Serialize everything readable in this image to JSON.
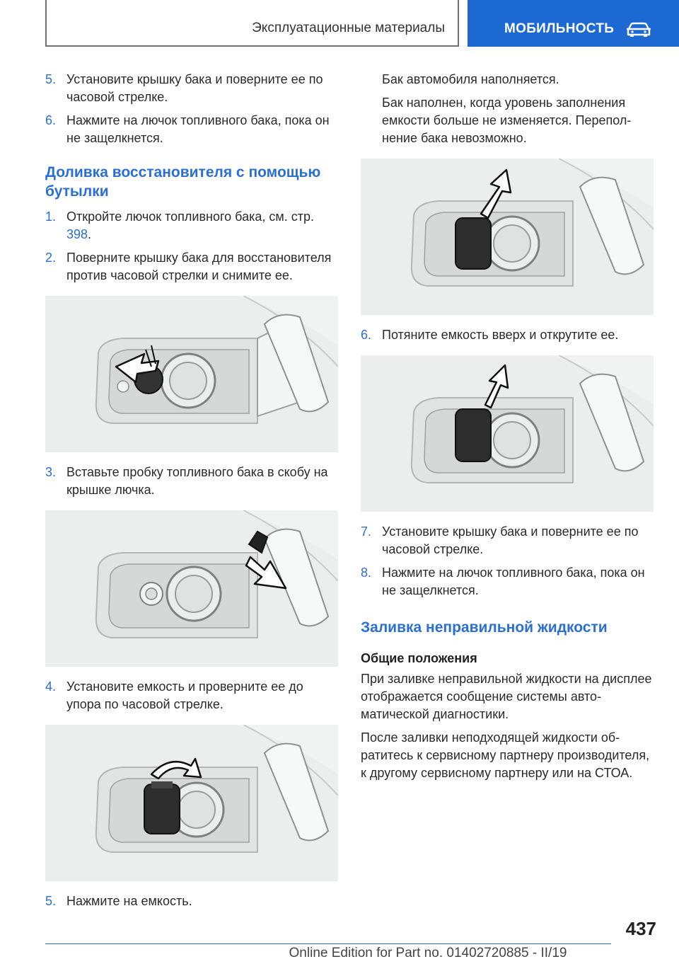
{
  "header": {
    "section": "Эксплуатационные материалы",
    "chapter": "МОБИЛЬНОСТЬ",
    "chapter_icon": "car-icon",
    "accent": "#1c69d4"
  },
  "left": {
    "steps_top": [
      {
        "num": "5.",
        "text": "Установите крышку бака и поверните ее по часовой стрелке."
      },
      {
        "num": "6.",
        "text": "Нажмите на лючок топливного бака, пока он не защелкнется."
      }
    ],
    "heading": "Доливка восстановителя с помощью бутылки",
    "step1": {
      "num": "1.",
      "text": "Откройте лючок топливного бака, см. стр. ",
      "link": "398",
      "after": "."
    },
    "step2": {
      "num": "2.",
      "text": "Поверните крышку бака для восстанови­теля против часовой стрелки и снимите ее."
    },
    "step3": {
      "num": "3.",
      "text": "Вставьте пробку топливного бака в скобу на крышке лючка."
    },
    "step4": {
      "num": "4.",
      "text": "Установите емкость и проверните ее до упора по часовой стрелке."
    },
    "step5": {
      "num": "5.",
      "text": "Нажмите на емкость."
    }
  },
  "right": {
    "para1": "Бак автомобиля наполняется.",
    "para2": "Бак наполнен, когда уровень заполнения емкости больше не изменяется. Перепол­нение бака невозможно.",
    "step6": {
      "num": "6.",
      "text": "Потяните емкость вверх и открутите ее."
    },
    "step7": {
      "num": "7.",
      "text": "Установите крышку бака и поверните ее по часовой стрелке."
    },
    "step8": {
      "num": "8.",
      "text": "Нажмите на лючок топливного бака, пока он не защелкнется."
    },
    "heading": "Заливка неправильной жидкости",
    "subheading": "Общие положения",
    "para3": "При заливке неправильной жидкости на дис­плее отображается сообщение системы авто­матической диагностики.",
    "para4": "После заливки неподходящей жидкости об­ратитесь к сервисному партнеру производи­теля, к другому сервисному партнеру или на СТОА."
  },
  "footer": {
    "page_number": "437",
    "edition": "Online Edition for Part no. 01402720885 - II/19"
  }
}
